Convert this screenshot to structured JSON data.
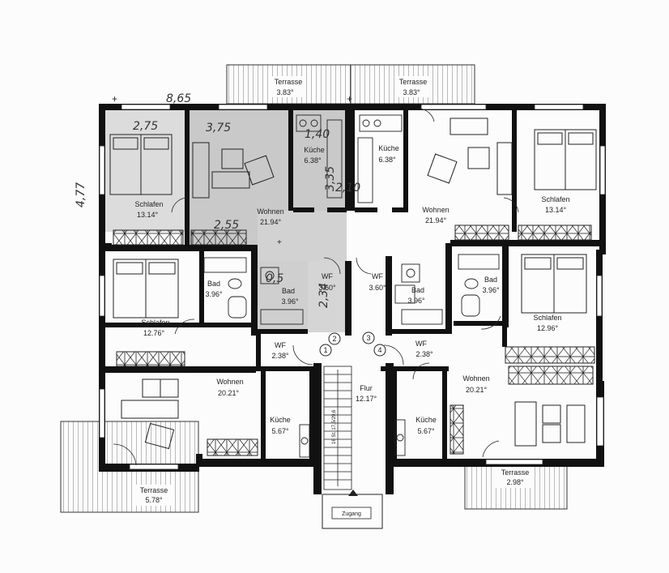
{
  "rooms": [
    {
      "id": "schlafen-tl",
      "name": "Schlafen",
      "area": "13.14°"
    },
    {
      "id": "wohnen-tl",
      "name": "Wohnen",
      "area": "21.94°"
    },
    {
      "id": "kueche-tl",
      "name": "Küche",
      "area": "6.38°"
    },
    {
      "id": "kueche-tr",
      "name": "Küche",
      "area": "6.38°"
    },
    {
      "id": "wohnen-tr",
      "name": "Wohnen",
      "area": "21.94°"
    },
    {
      "id": "schlafen-tr",
      "name": "Schlafen",
      "area": "13.14°"
    },
    {
      "id": "schlafen-ml",
      "name": "Schlafen",
      "area": "12.76°"
    },
    {
      "id": "bad-l1",
      "name": "Bad",
      "area": "3.96°"
    },
    {
      "id": "bad-l2",
      "name": "Bad",
      "area": "3.96°"
    },
    {
      "id": "wf-l",
      "name": "WF",
      "area": "3.60°"
    },
    {
      "id": "wf-r",
      "name": "WF",
      "area": "3.60°"
    },
    {
      "id": "bad-r1",
      "name": "Bad",
      "area": "3.96°"
    },
    {
      "id": "bad-r2",
      "name": "Bad",
      "area": "3.96°"
    },
    {
      "id": "schlafen-mr",
      "name": "Schlafen",
      "area": "12.96°"
    },
    {
      "id": "wf-bl",
      "name": "WF",
      "area": "2.38°"
    },
    {
      "id": "wf-br",
      "name": "WF",
      "area": "2.38°"
    },
    {
      "id": "wohnen-bl",
      "name": "Wohnen",
      "area": "20.21°"
    },
    {
      "id": "kueche-bl",
      "name": "Küche",
      "area": "5.67°"
    },
    {
      "id": "flur",
      "name": "Flur",
      "area": "12.17°"
    },
    {
      "id": "wohnen-br",
      "name": "Wohnen",
      "area": "20.21°"
    },
    {
      "id": "kueche-br",
      "name": "Küche",
      "area": "5.67°"
    }
  ],
  "terraces": [
    {
      "id": "terrasse-tl",
      "name": "Terrasse",
      "area": "3.83°"
    },
    {
      "id": "terrasse-tr",
      "name": "Terrasse",
      "area": "3.83°"
    },
    {
      "id": "terrasse-bl",
      "name": "Terrasse",
      "area": "5.78°"
    },
    {
      "id": "terrasse-br",
      "name": "Terrasse",
      "area": "2.98°"
    }
  ],
  "apartment_numbers": [
    "1",
    "2",
    "3",
    "4"
  ],
  "entrance_label": "Zugang",
  "stair_label": "16 St. 17,5/29,6",
  "handwritten": {
    "dim_top": "8,65",
    "dim_side": "4,77",
    "schlafen": "2,75",
    "wohnen": "3,75",
    "kueche": "3,35",
    "bad": "0,5",
    "misc1": "2,55",
    "misc2": "2,10",
    "misc3": "2,34",
    "misc4": "1,40"
  }
}
